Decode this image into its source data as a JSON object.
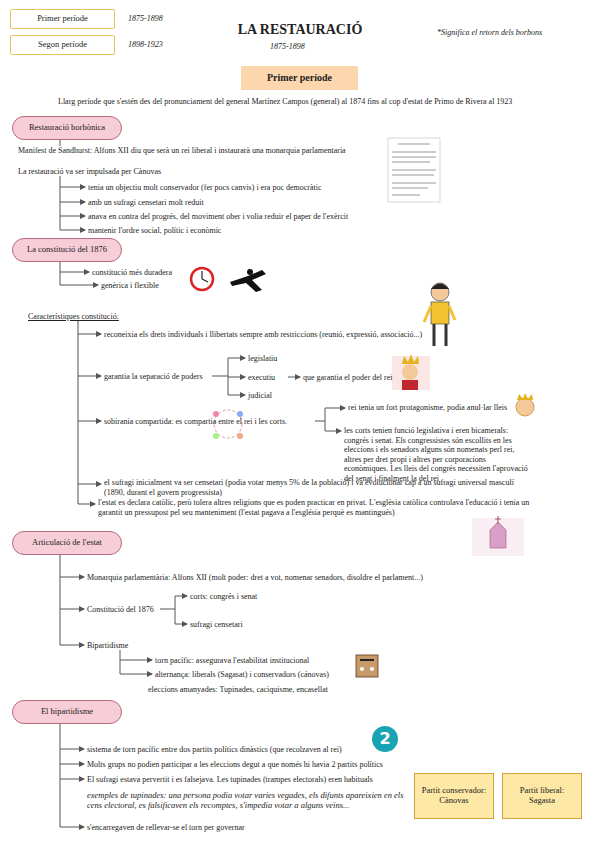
{
  "diagram": {
    "title": "LA RESTAURACIÓ",
    "nodes": [
      {
        "text": [
          "Primer període"
        ]
      },
      {
        "text": [
          "Segon període"
        ]
      },
      {
        "text": [
          "Primer període"
        ]
      },
      {
        "text": [
          "Restauració borbònica"
        ]
      },
      {
        "text": [
          "La constitució del 1876"
        ]
      },
      {
        "text": [
          "Articulació de l'estat"
        ]
      },
      {
        "text": [
          "El bipartidisme"
        ]
      },
      {
        "text": [
          "2"
        ]
      },
      {
        "text": [
          "Partit conservador: Cànovas"
        ]
      },
      {
        "text": [
          "Partit liberal: Sagasta"
        ]
      }
    ],
    "labels": [
      "1875-1898",
      "1898-1923",
      "1875-1898",
      "*Significa el retorn dels borbons",
      "Llarg període que s'estén des del pronunciament del general Martínez Campos (general) al 1874 fins al cop d'estat de Primo de Rivera al 1923",
      "Manifest de Sandhurst: Alfons XII diu que serà un rei liberal i instaurarà una monarquia parlamentaria",
      "La restauració va ser impulsada per Cànovas",
      "tenia un objectiu molt conservador (fer pocs canvis) i era poc democràtic",
      "amb un sufragi censetari molt reduit",
      "anava en contra del progrés, del moviment ober i volia reduir el paper de l'exèrcit",
      "mantenir l'ordre social, polític i econòmic",
      "constitució més duradera",
      "genèrica i flexible",
      "Característiques constitució:",
      "reconeixia els drets individuals i llibertats sempre amb restriccions (reunió, expressió, associació...)",
      "garantia la separació de poders",
      "legislatiu",
      "executiu",
      "que garantia el poder del rei",
      "judicial",
      "sobirania compartida: es compartia entre el rei i les corts.",
      "rei tenia un fort protagonisme, podia anul·lar lleis",
      "les corts tenien funció legislativa i eren bicamerals: congrés i senat. Els congressistes són escollits en les eleccions i els senadors alguns són nomenats perl rei, altres per dret propi i altres per corporacions econòmiques. Les lleis del congrés necessiten l'aprovació del senat i finalment la del rei",
      "el sufragi inicialment va ser censetari (podia votar  menys 5% de la població) i va evolucionar cap a un sufragi universal masculí (1890, durant el govern progressista)",
      "l'estat es declara catòlic, però tolera altres religions que es poden practicar en privat. L'esglèsia catòlica controlava l'educació i tenia un garantit un pressupost pel seu manteniment (l'estat pagava a l'església perquè es mantingués)",
      "Monarquia parlamentària: Alfons XII (molt poder: dret a vot, nomenar senadors, disoldre el parlament...)",
      "Constitució del 1876",
      "corts: congrés i senat",
      "sufragi censetari",
      "Bipartidisme",
      "torn pacífic: assegurava l'estabilitat institucional",
      "alternança: liberals (Sagasat) i conservadors (cánovas)",
      "eleccions amanyades: Tupinades, caciquisme, encasellat",
      "sistema de torn pacífic entre dos partits polítics dinàstics (que recolzaven al rei)",
      "Molts grups no podien participar a les eleccions degut a que només hi havia 2 partits polítics",
      "El sufragi estava pervertit i es falsejava. Les tupinades (trampes electorals) eren habituals",
      "exemples de tupinades: una persona podia votar varies vegades, els difunts apareixien en els cens electoral, es falsificaven els recomptes, s'impedia votar a alguns veïns...",
      "s'encarregaven de rellevar-se el torn per governar"
    ]
  }
}
